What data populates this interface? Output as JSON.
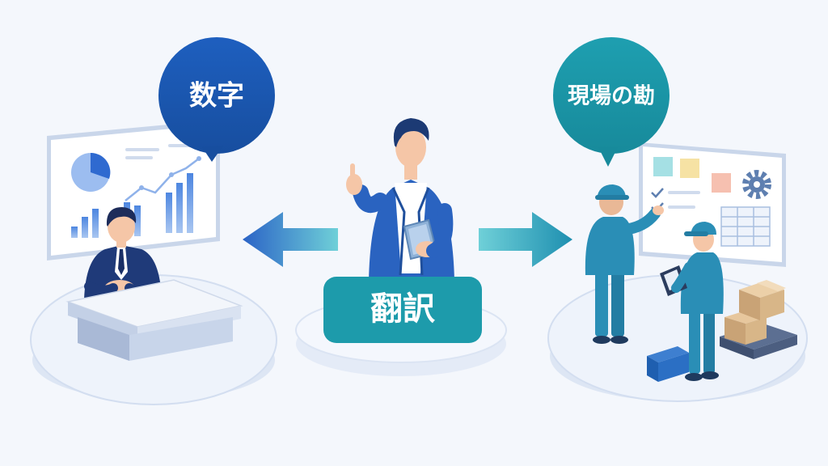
{
  "left_bubble": {
    "text": "数字"
  },
  "right_bubble": {
    "text": "現場の勘"
  },
  "center_label": {
    "text": "翻訳"
  },
  "colors": {
    "background": "#f4f7fc",
    "navy": "#1f3c88",
    "blue": "#2e66c4",
    "teal": "#1d9bab",
    "worker_teal": "#2a8eb6",
    "platform": "#e6edf8"
  },
  "icons": [
    "pie-chart-icon",
    "bar-chart-icon",
    "line-trend-icon",
    "gear-icon",
    "sticky-note-icon",
    "tablet-icon",
    "clipboard-icon",
    "cardboard-box-icon",
    "arrow-left-icon",
    "arrow-right-icon"
  ]
}
